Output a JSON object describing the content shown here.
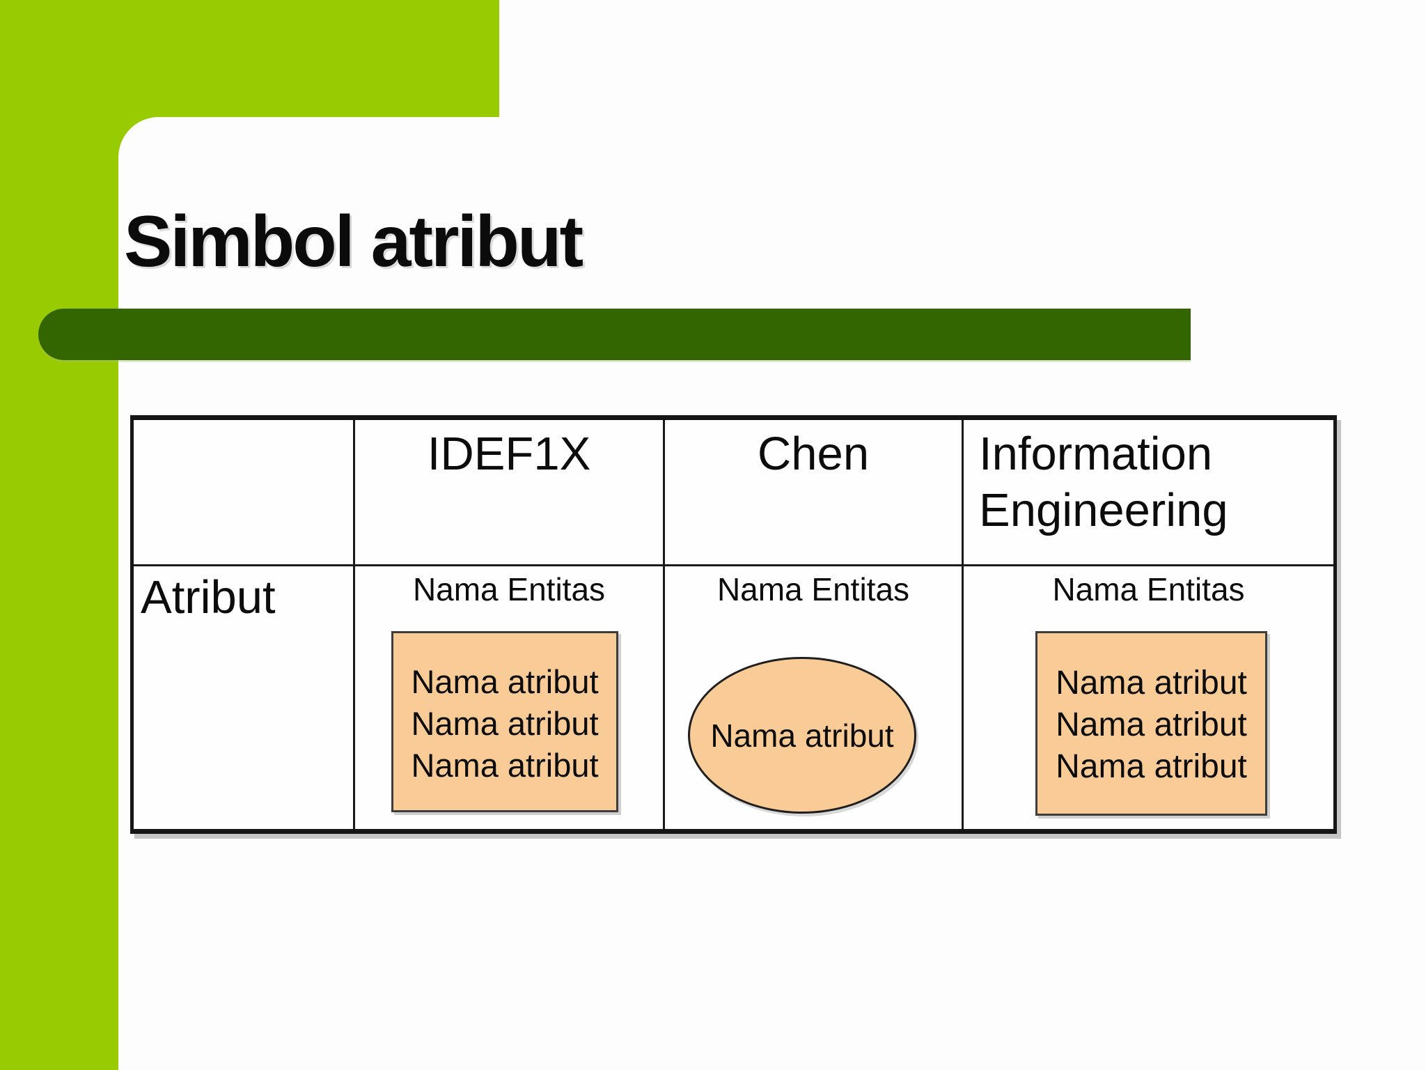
{
  "slide": {
    "title": "Simbol atribut",
    "accent_green": "#99cc00",
    "bar_green": "#336600",
    "shape_fill": "#f9cb97"
  },
  "table": {
    "header": [
      "",
      "IDEF1X",
      "Chen",
      "Information Engineering"
    ],
    "row_label": "Atribut",
    "cells": [
      {
        "notation": "IDEF1X",
        "shape": "rectangle",
        "entity_label": "Nama Entitas",
        "attributes": [
          "Nama atribut",
          "Nama atribut",
          "Nama atribut"
        ]
      },
      {
        "notation": "Chen",
        "shape": "ellipse",
        "entity_label": "Nama Entitas",
        "attributes": [
          "Nama atribut"
        ]
      },
      {
        "notation": "Information Engineering",
        "shape": "rectangle",
        "entity_label": "Nama Entitas",
        "attributes": [
          "Nama atribut",
          "Nama atribut",
          "Nama atribut"
        ]
      }
    ]
  }
}
